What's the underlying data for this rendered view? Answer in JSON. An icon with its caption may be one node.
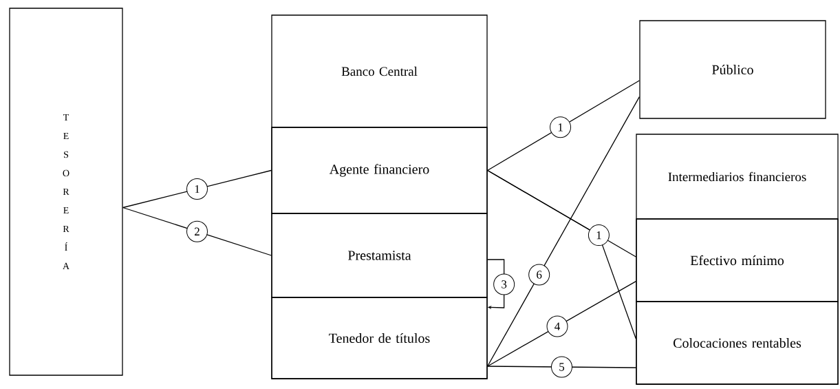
{
  "diagram": {
    "nodes": [
      {
        "text": [
          "TESORERÍA"
        ]
      },
      {
        "text": [
          "Banco Central"
        ]
      },
      {
        "text": [
          "Agente financiero"
        ],
        "in": 1
      },
      {
        "text": [
          "Prestamista"
        ],
        "in": 1
      },
      {
        "text": [
          "Tenedor de títulos"
        ],
        "in": 1
      },
      {
        "text": [
          "Público"
        ]
      },
      {
        "text": [
          "Intermediarios financieros"
        ]
      },
      {
        "text": [
          "Efectivo mínimo"
        ],
        "in": 6
      },
      {
        "text": [
          "Colocaciones rentables"
        ],
        "in": 6
      }
    ],
    "edges": [
      {
        "from": 0,
        "to": 2,
        "arrow": "none",
        "label": "1"
      },
      {
        "from": 0,
        "to": 3,
        "arrow": "none",
        "label": "2"
      },
      {
        "from": 2,
        "to": 5,
        "arrow": "none",
        "label": "1"
      },
      {
        "from": 2,
        "to": 7,
        "arrow": "none",
        "label": "1"
      },
      {
        "from": 2,
        "to": 8,
        "arrow": "none"
      },
      {
        "from": 3,
        "to": 4,
        "arrow": "to",
        "label": "3"
      },
      {
        "from": 4,
        "to": 5,
        "arrow": "none",
        "label": "6"
      },
      {
        "from": 4,
        "to": 7,
        "arrow": "none",
        "label": "4"
      },
      {
        "from": 4,
        "to": 8,
        "arrow": "none",
        "label": "5"
      }
    ]
  }
}
